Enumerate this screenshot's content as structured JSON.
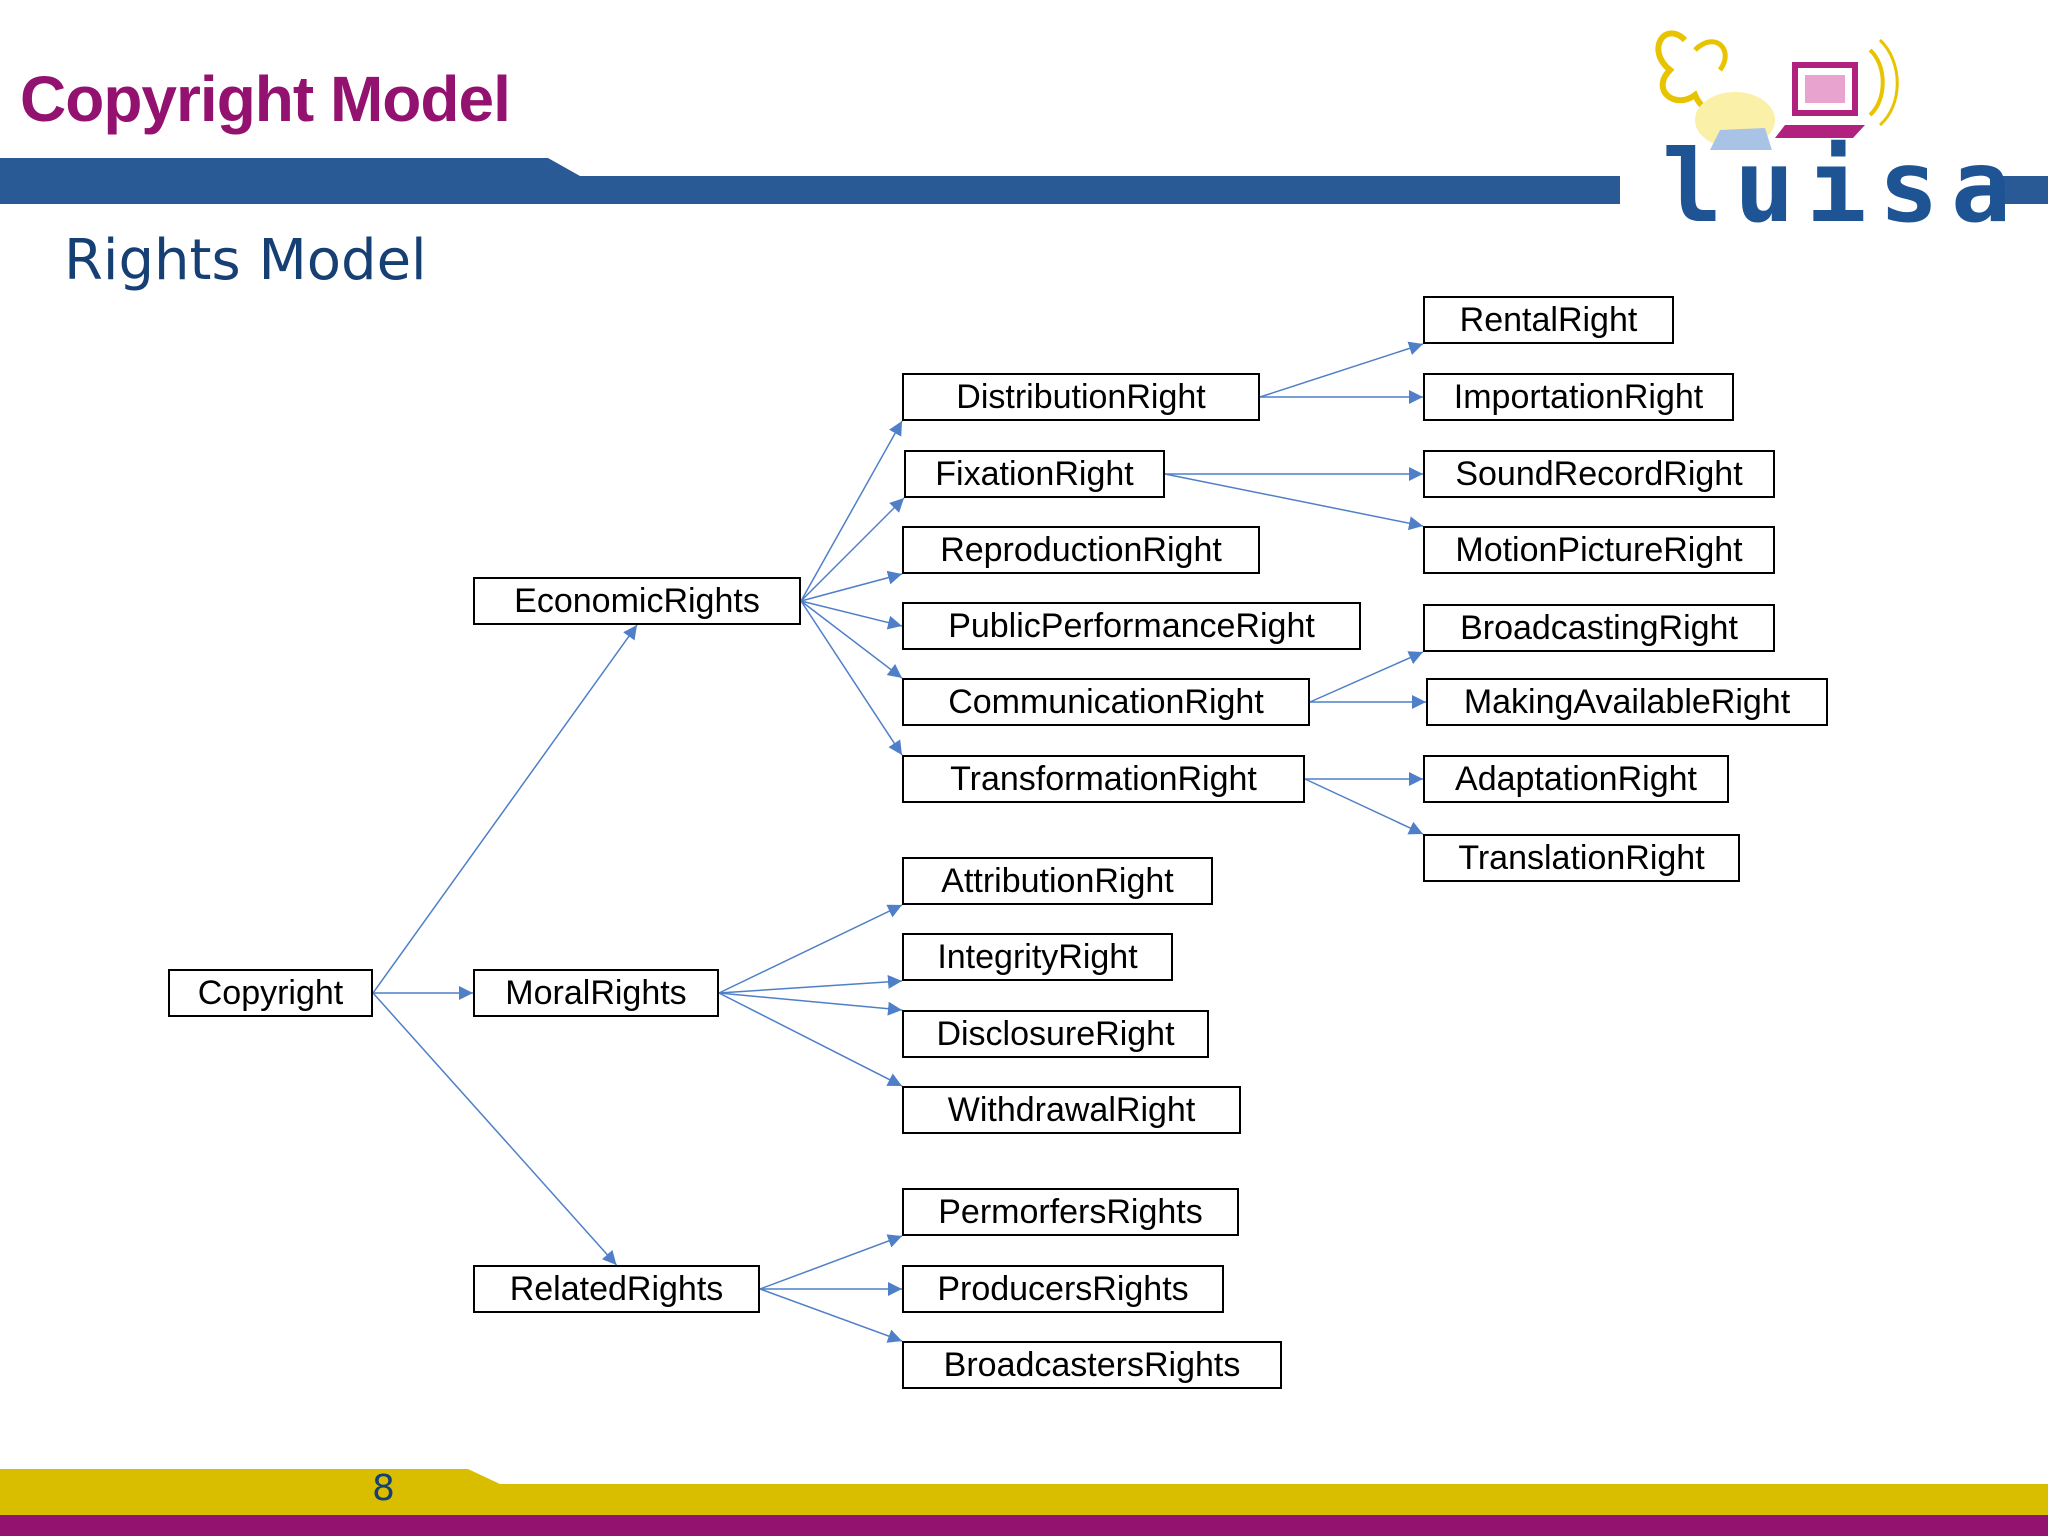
{
  "slide": {
    "title": "Copyright Model",
    "subtitle": "Rights Model",
    "logo_text": "luisa",
    "page_number": "8"
  },
  "colors": {
    "title": "#93116f",
    "header_band": "#2a5a95",
    "footer_gold": "#d9be00",
    "footer_purple": "#93116f",
    "arrow": "#4f7fc8"
  },
  "diagram": {
    "nodes": {
      "copyright": "Copyright",
      "economic": "EconomicRights",
      "moral": "MoralRights",
      "related": "RelatedRights",
      "distribution": "DistributionRight",
      "fixation": "FixationRight",
      "reproduction": "ReproductionRight",
      "public_performance": "PublicPerformanceRight",
      "communication": "CommunicationRight",
      "transformation": "TransformationRight",
      "rental": "RentalRight",
      "importation": "ImportationRight",
      "sound_record": "SoundRecordRight",
      "motion_picture": "MotionPictureRight",
      "broadcasting": "BroadcastingRight",
      "making_available": "MakingAvailableRight",
      "adaptation": "AdaptationRight",
      "translation": "TranslationRight",
      "attribution": "AttributionRight",
      "integrity": "IntegrityRight",
      "disclosure": "DisclosureRight",
      "withdrawal": "WithdrawalRight",
      "performers": "PermorfersRights",
      "producers": "ProducersRights",
      "broadcasters": "BroadcastersRights"
    },
    "edges": [
      [
        "copyright",
        "economic"
      ],
      [
        "copyright",
        "moral"
      ],
      [
        "copyright",
        "related"
      ],
      [
        "economic",
        "distribution"
      ],
      [
        "economic",
        "fixation"
      ],
      [
        "economic",
        "reproduction"
      ],
      [
        "economic",
        "public_performance"
      ],
      [
        "economic",
        "communication"
      ],
      [
        "economic",
        "transformation"
      ],
      [
        "distribution",
        "rental"
      ],
      [
        "distribution",
        "importation"
      ],
      [
        "fixation",
        "sound_record"
      ],
      [
        "fixation",
        "motion_picture"
      ],
      [
        "communication",
        "broadcasting"
      ],
      [
        "communication",
        "making_available"
      ],
      [
        "transformation",
        "adaptation"
      ],
      [
        "transformation",
        "translation"
      ],
      [
        "moral",
        "attribution"
      ],
      [
        "moral",
        "integrity"
      ],
      [
        "moral",
        "disclosure"
      ],
      [
        "moral",
        "withdrawal"
      ],
      [
        "related",
        "performers"
      ],
      [
        "related",
        "producers"
      ],
      [
        "related",
        "broadcasters"
      ]
    ]
  }
}
